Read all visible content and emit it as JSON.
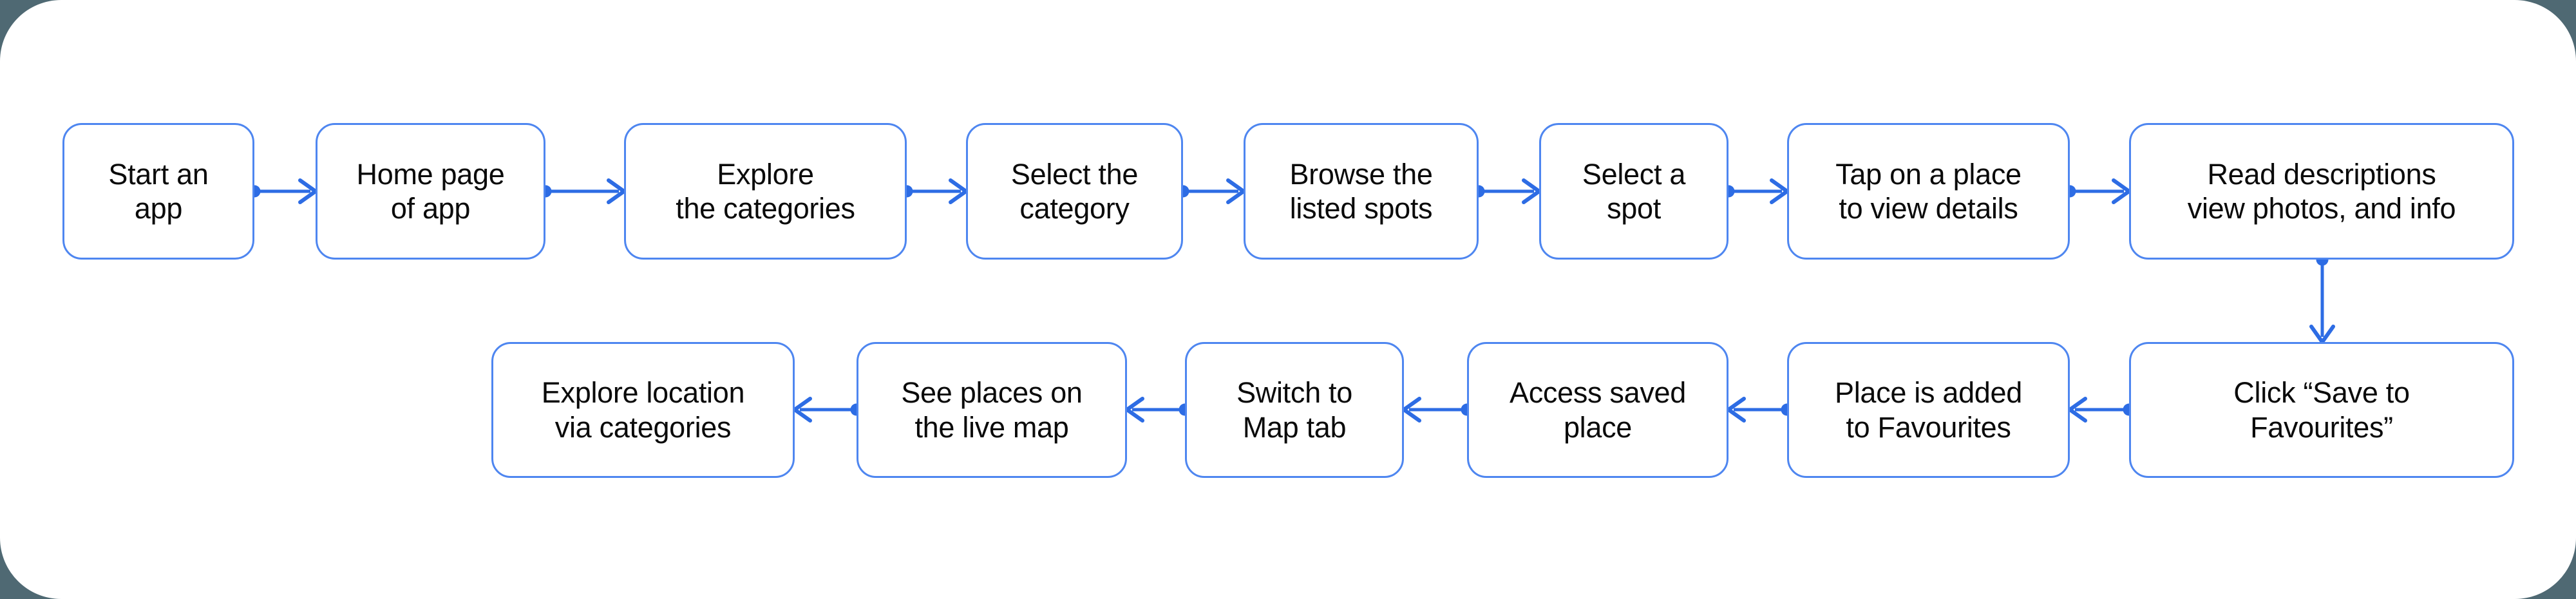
{
  "colors": {
    "outer_background": "#4f6973",
    "canvas_background": "#ffffff",
    "box_border": "#4e86f0",
    "arrow": "#2d6ce4",
    "text": "#0a0a0a"
  },
  "flow": {
    "rows": [
      {
        "name": "row-1",
        "direction": "right",
        "nodes": [
          {
            "id": "start-an-app",
            "label": "Start an\napp"
          },
          {
            "id": "home-page-of-app",
            "label": "Home page\nof app"
          },
          {
            "id": "explore-the-categories",
            "label": "Explore\nthe categories"
          },
          {
            "id": "select-the-category",
            "label": "Select the\ncategory"
          },
          {
            "id": "browse-the-listed-spots",
            "label": "Browse the\nlisted spots"
          },
          {
            "id": "select-a-spot",
            "label": "Select a\nspot"
          },
          {
            "id": "tap-on-a-place-to-view-details",
            "label": "Tap on a place\nto view details"
          },
          {
            "id": "read-descriptions-view-photos-and-info",
            "label": "Read descriptions\nview photos, and info"
          }
        ]
      },
      {
        "name": "row-2",
        "direction": "left",
        "nodes": [
          {
            "id": "click-save-to-favourites",
            "label": "Click “Save to\nFavourites”"
          },
          {
            "id": "place-is-added-to-favourites",
            "label": "Place is added\nto Favourites"
          },
          {
            "id": "access-saved-place",
            "label": "Access saved\nplace"
          },
          {
            "id": "switch-to-map-tab",
            "label": "Switch to\nMap tab"
          },
          {
            "id": "see-places-on-the-live-map",
            "label": "See places on\nthe live map"
          },
          {
            "id": "explore-location-via-categories",
            "label": "Explore location\nvia categories"
          }
        ]
      }
    ],
    "row_link": {
      "from": "read-descriptions-view-photos-and-info",
      "to": "click-save-to-favourites",
      "direction": "down"
    }
  }
}
